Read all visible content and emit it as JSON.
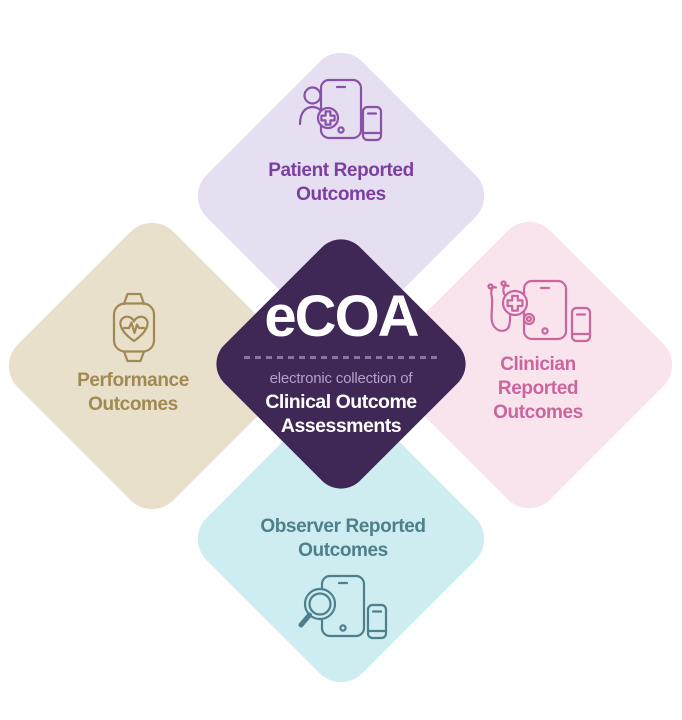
{
  "diagram_title": "eCOA",
  "center": {
    "title": "eCOA",
    "subtitle": "electronic collection of",
    "lines": [
      "Clinical Outcome",
      "Assessments"
    ],
    "bg_color": "#3f2756",
    "title_color": "#ffffff",
    "subtitle_color": "#b3a1c9",
    "dash_color": "#8874a3"
  },
  "tiles": {
    "patient": {
      "lines": [
        "Patient Reported",
        "Outcomes"
      ],
      "bg_color": "#e6dff2",
      "text_color": "#7b3fa0",
      "icon": "patient-devices-icon"
    },
    "performance": {
      "lines": [
        "Performance",
        "Outcomes"
      ],
      "bg_color": "#e8e0cb",
      "text_color": "#a18a52",
      "icon": "smartwatch-heartbeat-icon"
    },
    "clinician": {
      "lines": [
        "Clinician",
        "Reported",
        "Outcomes"
      ],
      "bg_color": "#f9e3ed",
      "text_color": "#ca669e",
      "icon": "stethoscope-devices-icon"
    },
    "observer": {
      "lines": [
        "Observer Reported",
        "Outcomes"
      ],
      "bg_color": "#cdedf0",
      "text_color": "#4f7f8a",
      "icon": "magnifier-devices-icon"
    }
  }
}
